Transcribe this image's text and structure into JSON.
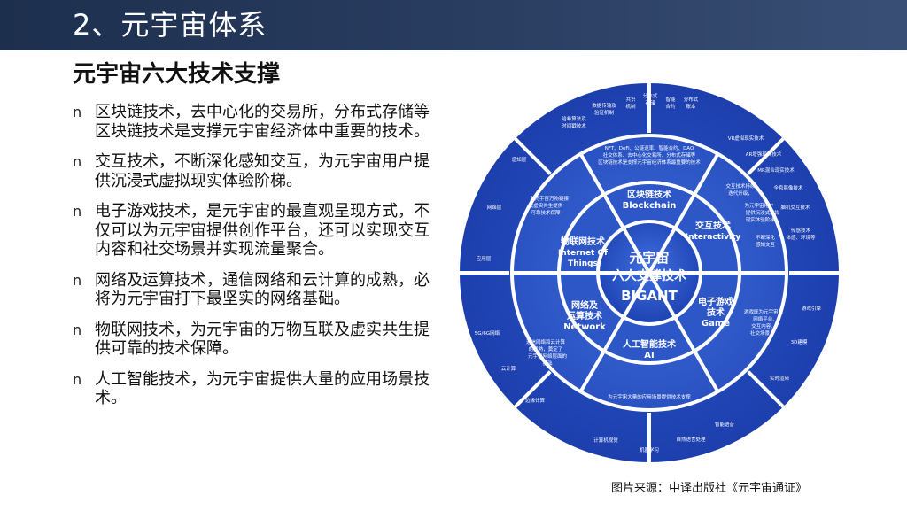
{
  "slide": {
    "title": "2、元宇宙体系",
    "subtitle": "元宇宙六大技术支撑",
    "bullets": [
      {
        "marker": "n",
        "text": "区块链技术，去中心化的交易所，分布式存储等区块链技术是支撑元宇宙经济体中重要的技术。"
      },
      {
        "marker": "n",
        "text": "交互技术，不断深化感知交互，为元宇宙用户提供沉浸式虚拟现实体验阶梯。"
      },
      {
        "marker": "n",
        "text": "电子游戏技术，是元宇宙的最直观呈现方式，不仅可以为元宇宙提供创作平台，还可以实现交互内容和社交场景并实现流量聚合。"
      },
      {
        "marker": "n",
        "text": "网络及运算技术，通信网络和云计算的成熟，必将为元宇宙打下最坚实的网络基础。"
      },
      {
        "marker": "n",
        "text": "物联网技术，为元宇宙的万物互联及虚实共生提供可靠的技术保障。"
      },
      {
        "marker": "n",
        "text": "人工智能技术，为元宇宙提供大量的应用场景技术。"
      }
    ],
    "caption": "图片来源：中译出版社《元宇宙通证》"
  },
  "diagram": {
    "center": {
      "line1": "元宇宙",
      "line2": "六大支撑技术",
      "line3": "BIGANT"
    },
    "segments": {
      "blockchain": {
        "cn": "区块链技术",
        "en": "Blockchain"
      },
      "interactivity": {
        "cn": "交互技术",
        "en": "Interactivity"
      },
      "game": {
        "cn": "电子游戏",
        "cn2": "技术",
        "en": "Game"
      },
      "ai": {
        "cn": "人工智能技术",
        "en": "AI"
      },
      "network": {
        "cn": "网络及",
        "cn2": "运算技术",
        "en": "Network"
      },
      "iot": {
        "cn": "物联网技术",
        "en": "Internet Of",
        "en2": "Things"
      }
    },
    "middle_notes": {
      "blockchain_1": "NFT、DeFi、公链速率、智能合约、DAO",
      "blockchain_2": "社交体系、去中心化交易所、分布式存储等",
      "blockchain_3": "区块链技术是支撑元宇宙经济体系最重要的技术",
      "interactivity_1": "交互技术持续",
      "interactivity_2": "迭代升级，",
      "interactivity_3": "为元宇宙用户",
      "interactivity_4": "提供沉浸式虚拟",
      "interactivity_5": "现实体验阶梯，",
      "interactivity_6": "不断深化",
      "interactivity_7": "感知交互",
      "game_1": "游戏既为元宇宙的",
      "game_2": "网络平台、",
      "game_3": "交互内容、",
      "game_4": "社交场景",
      "ai_1": "为元宇宙大量的应用场景提供技术支撑",
      "network_1": "通信网络和云计算",
      "network_2": "的成熟，奠定了",
      "network_3": "元宇宙网络层面的",
      "network_4": "基础",
      "iot_1": "为元宇宙万物链接",
      "iot_2": "及虚实共生提供",
      "iot_3": "可靠技术保障"
    },
    "outer_labels": {
      "o1": "数据传输及",
      "o1b": "验证机制",
      "o2": "共识",
      "o2b": "机制",
      "o3": "分布式",
      "o3b": "存储",
      "o4": "智能",
      "o4b": "合约",
      "o5": "分布式",
      "o5b": "账本",
      "o6": "哈希算法及",
      "o6b": "时间戳技术",
      "o7": "VR虚拟现实技术",
      "o8": "AR增强现实技术",
      "o9": "MR混合现实技术",
      "o10": "全息影像技术",
      "o11": "脑机交互技术",
      "o12": "传感技术",
      "o12b": "体感、环境等",
      "o13": "游戏引擎",
      "o14": "3D建模",
      "o15": "实时渲染",
      "o16": "智能语音",
      "o17": "自然语言处理",
      "o18": "机器学习",
      "o19": "计算机视觉",
      "o20": "边缘计算",
      "o21": "云计算",
      "o22": "5G/6G网络",
      "o23": "感知层",
      "o24": "网络层",
      "o25": "应用层"
    }
  }
}
